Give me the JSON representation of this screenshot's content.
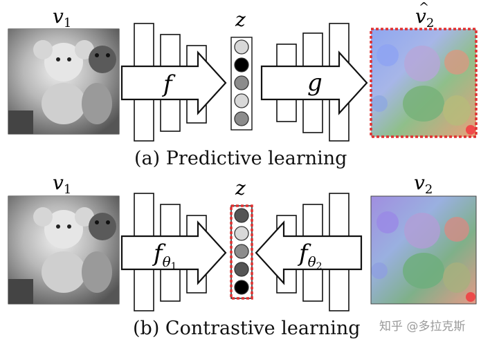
{
  "panel_a": {
    "input_label": "v",
    "input_sub": "1",
    "encoder_label": "f",
    "latent_label": "z",
    "decoder_label": "g",
    "output_label": "v",
    "output_sub": "2",
    "output_hat": "^",
    "caption": "(a) Predictive learning",
    "latent_units": [
      "light",
      "black",
      "mid",
      "light",
      "mid"
    ]
  },
  "panel_b": {
    "input_label": "v",
    "input_sub": "1",
    "encoder1_label": "f",
    "encoder1_sub": "θ",
    "encoder1_subsub": "1",
    "latent_label": "z",
    "encoder2_label": "f",
    "encoder2_sub": "θ",
    "encoder2_subsub": "2",
    "output_label": "v",
    "output_sub": "2",
    "caption": "(b) Contrastive learning",
    "latent_units": [
      "dark",
      "light",
      "mid",
      "dark",
      "black"
    ]
  },
  "watermark": "知乎 @多拉克斯",
  "colors": {
    "highlight_dash": "#e03030",
    "unit_light": "#d8d8d8",
    "unit_mid": "#8c8c8c",
    "unit_dark": "#555555",
    "unit_black": "#000000"
  }
}
